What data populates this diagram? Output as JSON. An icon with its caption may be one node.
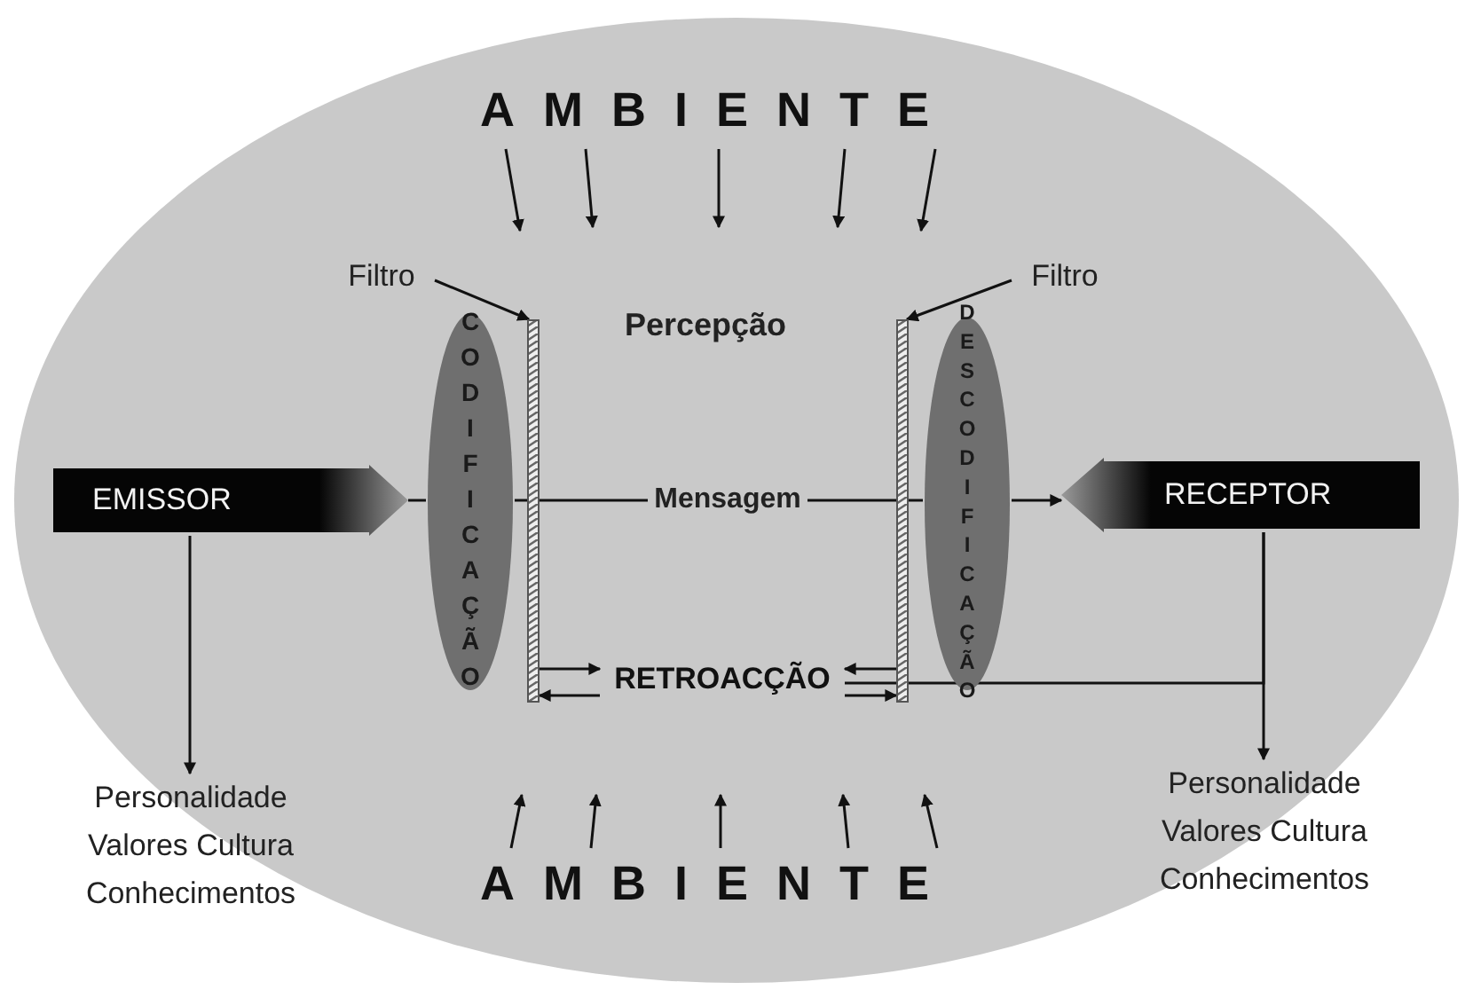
{
  "diagram": {
    "nodes": [
      {
        "text": [
          "AMBIENTE"
        ]
      },
      {
        "text": [
          "Filtro"
        ]
      },
      {
        "text": [
          "Filtro"
        ]
      },
      {
        "text": [
          "EMISSOR"
        ]
      },
      {
        "text": [
          "CODIFICAÇÃO"
        ]
      },
      {
        "text": [],
        "shape": "bar"
      },
      {
        "text": [],
        "shape": "bar"
      },
      {
        "text": [
          "DESCODIFICAÇÃO"
        ]
      },
      {
        "text": [
          "RECEPTOR"
        ]
      },
      {
        "text": [
          "RETROACÇÃO"
        ]
      },
      {
        "text": [
          "Personalidade Valores Cultura Conhecimentos"
        ]
      },
      {
        "text": [
          "Personalidade Valores Cultura Conhecimentos"
        ]
      },
      {
        "text": [
          "AMBIENTE"
        ]
      }
    ],
    "edges": [
      {
        "from": 0,
        "to": null,
        "arrow": "to"
      },
      {
        "from": 0,
        "to": null,
        "arrow": "to"
      },
      {
        "from": 0,
        "to": null,
        "arrow": "to"
      },
      {
        "from": 0,
        "to": null,
        "arrow": "to"
      },
      {
        "from": 0,
        "to": null,
        "arrow": "to"
      },
      {
        "from": 12,
        "to": null,
        "arrow": "to"
      },
      {
        "from": 12,
        "to": null,
        "arrow": "to"
      },
      {
        "from": 12,
        "to": null,
        "arrow": "to"
      },
      {
        "from": 12,
        "to": null,
        "arrow": "to"
      },
      {
        "from": 12,
        "to": null,
        "arrow": "to"
      },
      {
        "from": 1,
        "to": 5,
        "arrow": "to"
      },
      {
        "from": 2,
        "to": 6,
        "arrow": "to"
      },
      {
        "from": 3,
        "to": 4,
        "arrow": "none"
      },
      {
        "from": 4,
        "to": 5,
        "arrow": "none"
      },
      {
        "from": 5,
        "to": 6,
        "arrow": "none",
        "label": "Mensagem"
      },
      {
        "from": 6,
        "to": 7,
        "arrow": "none"
      },
      {
        "from": 7,
        "to": 8,
        "arrow": "to"
      },
      {
        "from": 3,
        "to": 10,
        "arrow": "to"
      },
      {
        "from": 8,
        "to": 11,
        "arrow": "to"
      },
      {
        "from": 5,
        "to": 9,
        "arrow": "to"
      },
      {
        "from": 9,
        "to": 5,
        "arrow": "to"
      },
      {
        "from": 6,
        "to": 9,
        "arrow": "to"
      },
      {
        "from": 9,
        "to": 6,
        "arrow": "to"
      },
      {
        "from": 8,
        "to": 9,
        "arrow": "none"
      }
    ],
    "labels": [
      "Percepção"
    ]
  }
}
